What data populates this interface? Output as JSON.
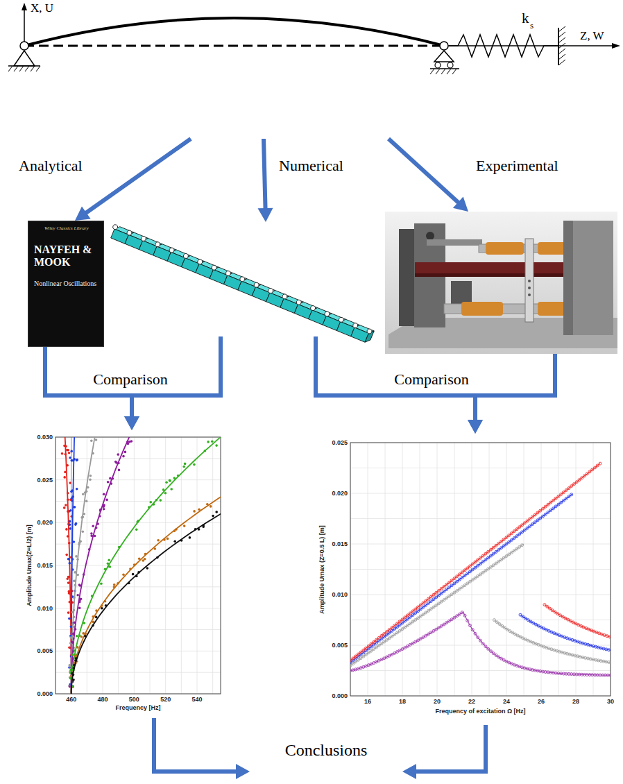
{
  "diagram": {
    "nodes": [
      {
        "text": [
          "X, U",
          "Z, W",
          "k",
          "s"
        ]
      },
      {
        "text": [
          "Wiley Classics Library",
          "NAYFEH & MOOK",
          "Nonlinear Oscillations"
        ]
      },
      {
        "text": []
      },
      {
        "text": []
      },
      {
        "text": [
          "Amplitude Umax(Z=L/2) [m]",
          "Frequency [Hz]",
          "0.000",
          "0.005",
          "0.010",
          "0.015",
          "0.020",
          "0.025",
          "0.030",
          "460",
          "480",
          "500",
          "520",
          "540"
        ]
      },
      {
        "text": [
          "Amplitude Umax (Z=0.5 L) [m]",
          "Frequency of excitation Ω [Hz]",
          "0.000",
          "0.005",
          "0.010",
          "0.015",
          "0.020",
          "0.025",
          "16",
          "18",
          "20",
          "22",
          "24",
          "26",
          "28",
          "30"
        ]
      },
      {
        "text": [
          "Conclusions"
        ]
      }
    ],
    "edges": [
      {
        "from": 0,
        "to": 1,
        "arrow": "to",
        "label": "Analytical"
      },
      {
        "from": 0,
        "to": 2,
        "arrow": "to",
        "label": "Numerical"
      },
      {
        "from": 0,
        "to": 3,
        "arrow": "to",
        "label": "Experimental"
      },
      {
        "from": 1,
        "to": 4,
        "arrow": "to",
        "label": "Comparison"
      },
      {
        "from": 2,
        "to": 4,
        "arrow": "to"
      },
      {
        "from": 2,
        "to": 5,
        "arrow": "to",
        "label": "Comparison"
      },
      {
        "from": 3,
        "to": 5,
        "arrow": "to"
      },
      {
        "from": 4,
        "to": 6,
        "arrow": "to"
      },
      {
        "from": 5,
        "to": 6,
        "arrow": "to"
      }
    ]
  }
}
